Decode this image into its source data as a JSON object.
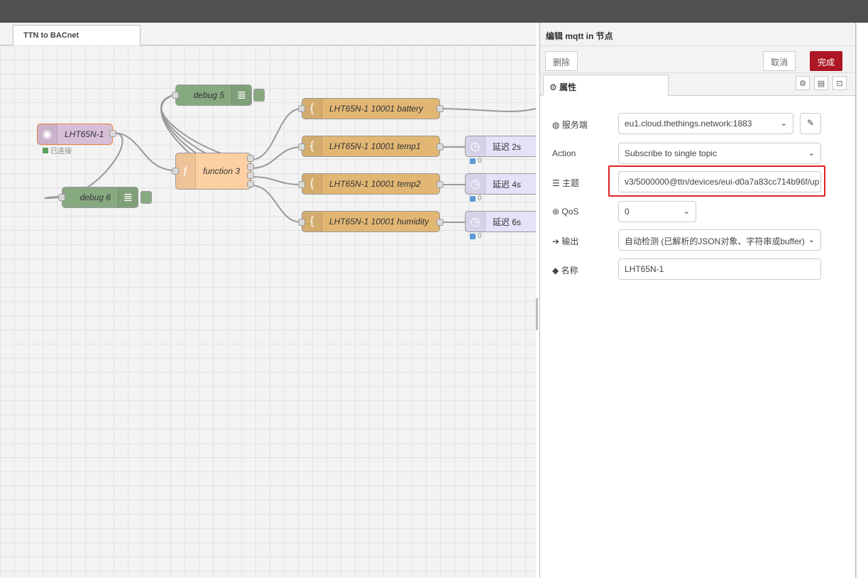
{
  "workspace": {
    "tab_label": "TTN to BACnet"
  },
  "flow": {
    "nodes": {
      "mqtt_in": "LHT65N-1",
      "mqtt_status": "已连接",
      "debug5": "debug 5",
      "debug6": "debug 6",
      "function3": "function 3",
      "battery": "LHT65N-1 10001 battery",
      "temp1": "LHT65N-1 10001 temp1",
      "temp2": "LHT65N-1 10001 temp2",
      "humidity": "LHT65N-1 10001 humidity",
      "delay2": "延迟 2s",
      "delay4": "延迟 4s",
      "delay6": "延迟 6s",
      "delay_count": "0"
    }
  },
  "editor": {
    "title": "编辑 mqtt in 节点",
    "delete_label": "删除",
    "cancel_label": "取消",
    "done_label": "完成",
    "tab_props": "属性",
    "fields": {
      "server_label": "服务端",
      "server_value": "eu1.cloud.thethings.network:1883",
      "action_label": "Action",
      "action_value": "Subscribe to single topic",
      "topic_label": "主题",
      "topic_value": "v3/5000000@ttn/devices/eui-d0a7a83cc714b96f/up",
      "qos_label": "QoS",
      "qos_value": "0",
      "output_label": "输出",
      "output_value": "自动检测 (已解析的JSON对象、字符串或buffer)",
      "name_label": "名称",
      "name_value": "LHT65N-1"
    }
  },
  "colors": {
    "done": "#ad1625",
    "highlight": "#e02020",
    "function_node": "#fdd0a2",
    "debug_node": "#87a980",
    "delay_node": "#e6e0f8"
  }
}
